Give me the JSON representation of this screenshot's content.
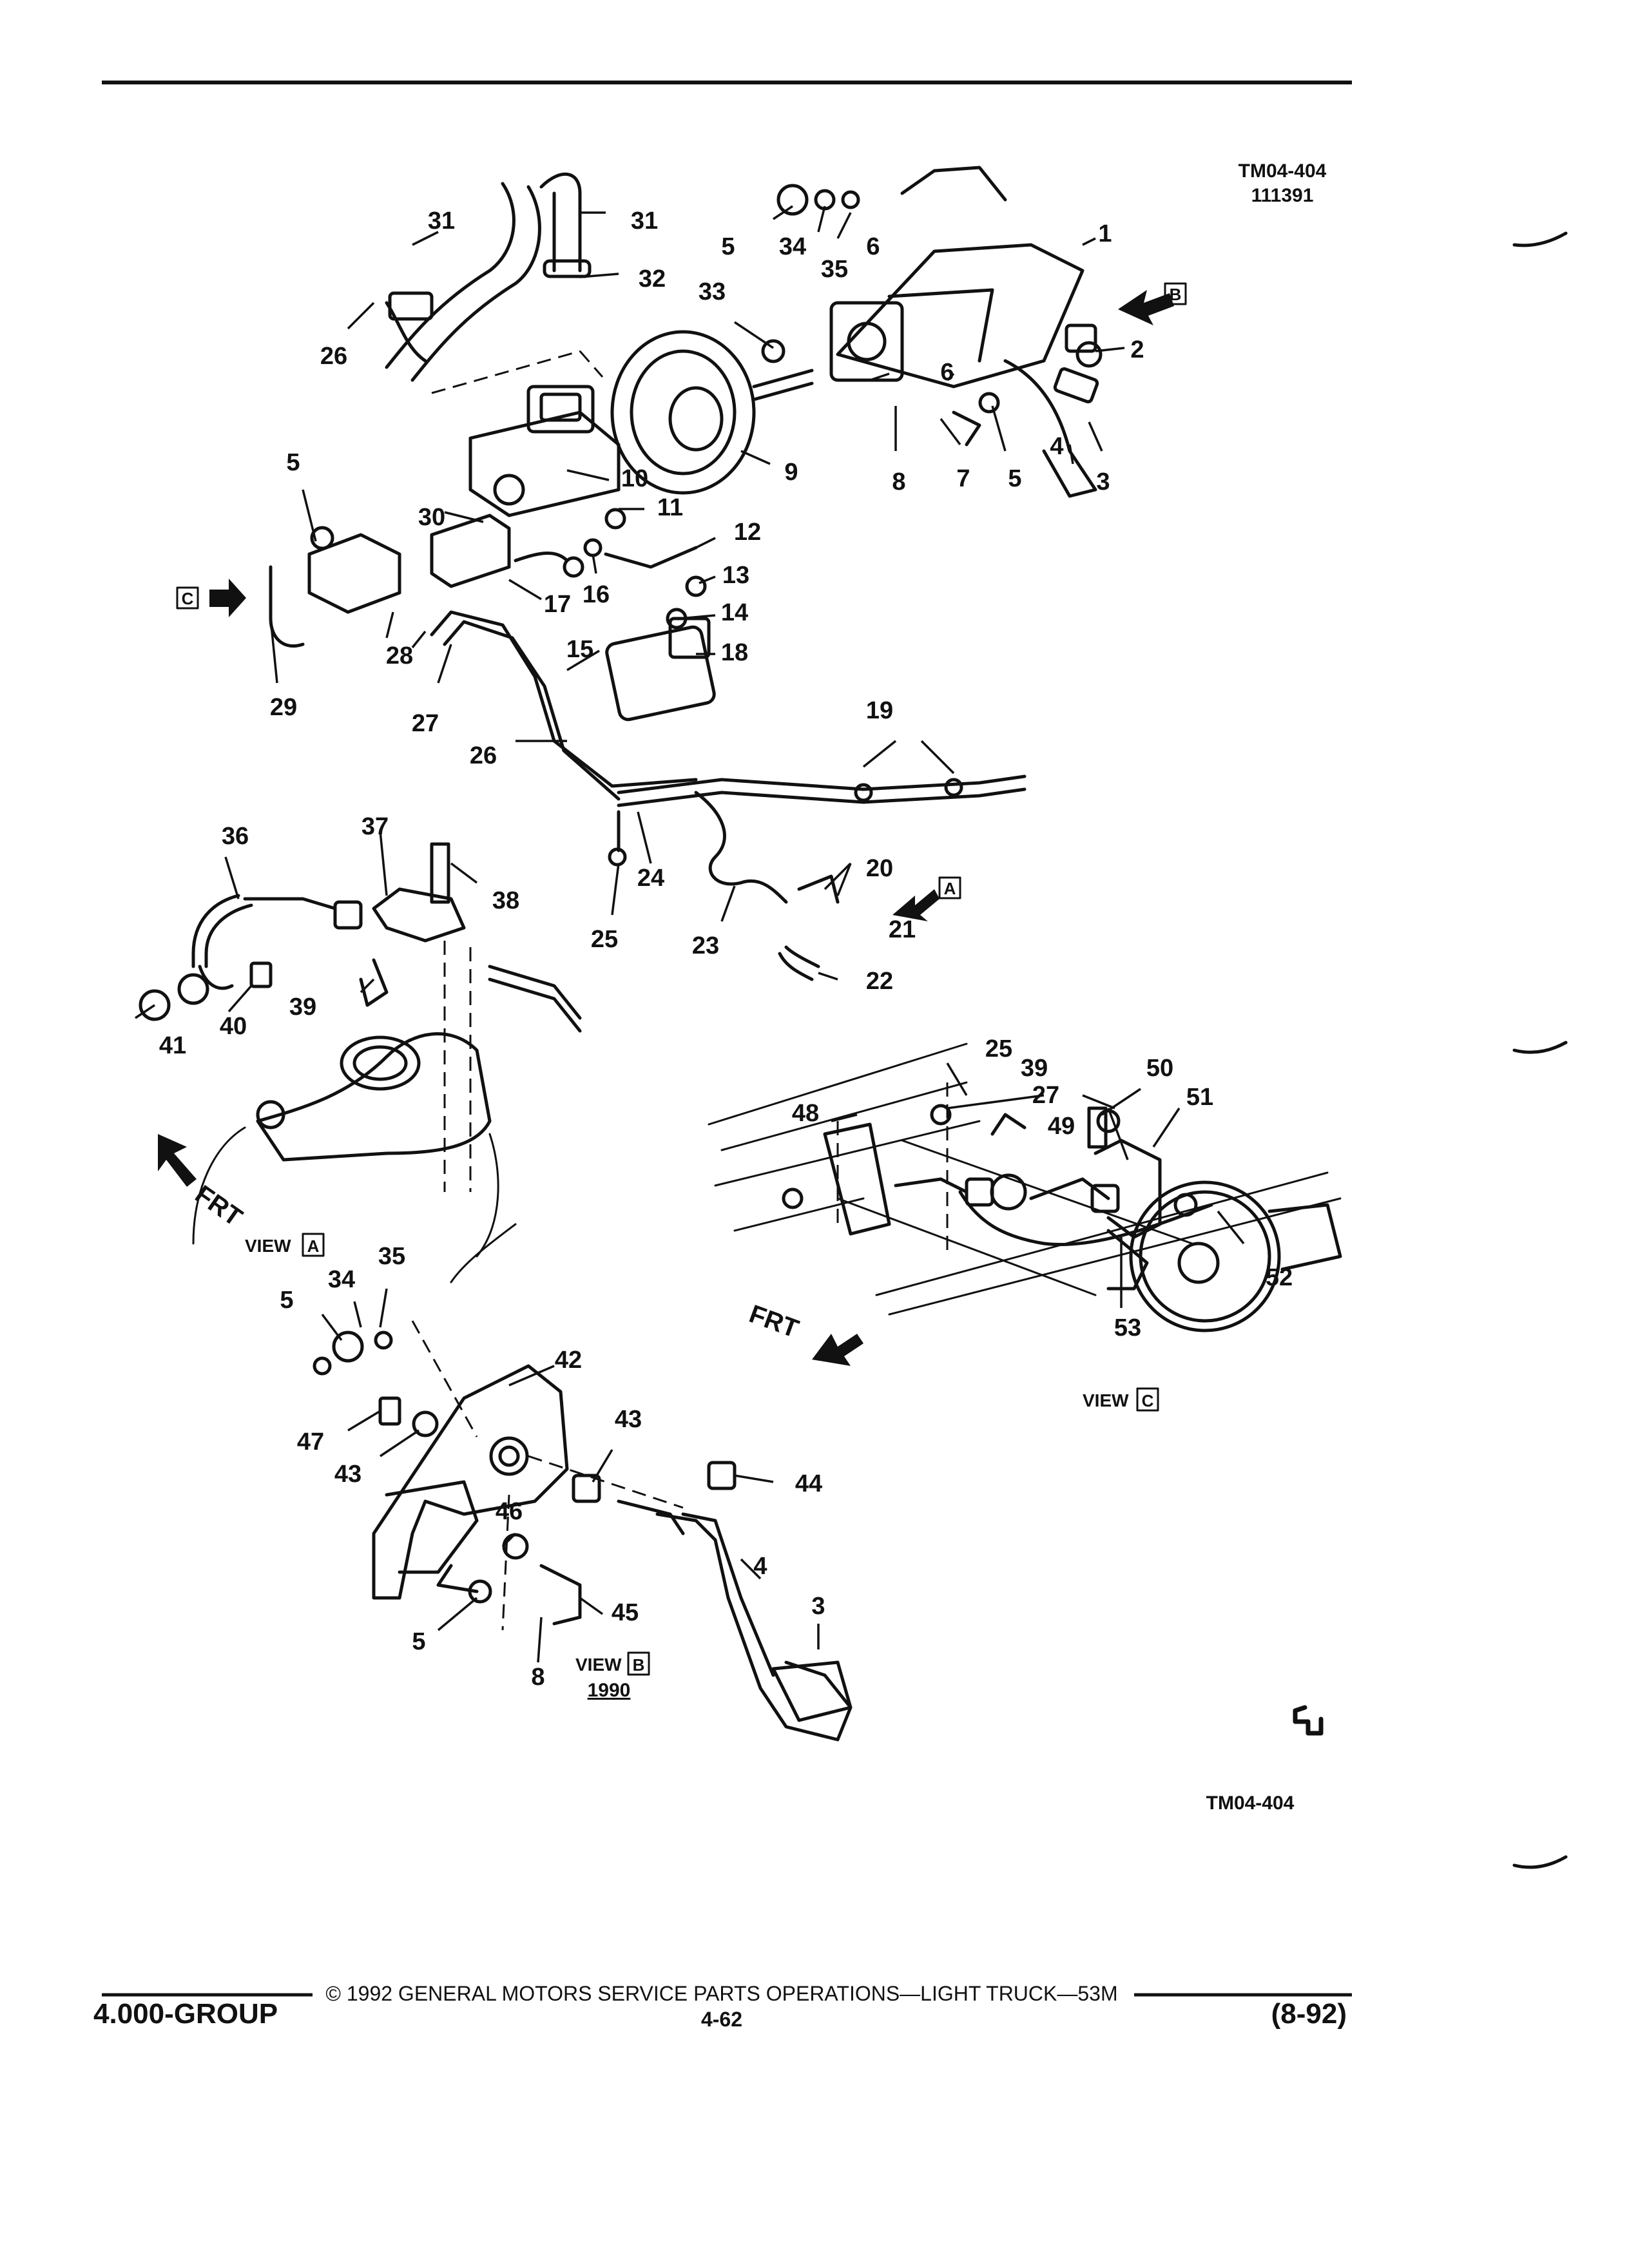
{
  "header": {
    "ref_code": "TM04-404",
    "ref_date": "111391",
    "bottom_ref": "TM04-404"
  },
  "views": {
    "view_a": "VIEW",
    "view_a_letter": "A",
    "view_b": "VIEW",
    "view_b_letter": "B",
    "view_b_year": "1990",
    "view_c": "VIEW",
    "view_c_letter": "C",
    "frt": "FRT",
    "arrow_a": "A",
    "arrow_b": "B",
    "arrow_c": "C"
  },
  "callouts": {
    "c1": "1",
    "c2": "2",
    "c3": "3",
    "c3b": "3",
    "c4": "4",
    "c4b": "4",
    "c5a": "5",
    "c5b": "5",
    "c5c": "5",
    "c5d": "5",
    "c5e": "5",
    "c6a": "6",
    "c6b": "6",
    "c7": "7",
    "c8a": "8",
    "c8b": "8",
    "c9": "9",
    "c10": "10",
    "c11": "11",
    "c12": "12",
    "c13": "13",
    "c14": "14",
    "c15": "15",
    "c16": "16",
    "c17": "17",
    "c18": "18",
    "c19": "19",
    "c20": "20",
    "c21": "21",
    "c22": "22",
    "c23": "23",
    "c24": "24",
    "c25a": "25",
    "c25b": "25",
    "c26a": "26",
    "c26b": "26",
    "c27a": "27",
    "c27b": "27",
    "c28": "28",
    "c29": "29",
    "c30": "30",
    "c31a": "31",
    "c31b": "31",
    "c32": "32",
    "c33": "33",
    "c34a": "34",
    "c34b": "34",
    "c35a": "35",
    "c35b": "35",
    "c36": "36",
    "c37": "37",
    "c38": "38",
    "c39a": "39",
    "c39b": "39",
    "c40": "40",
    "c41": "41",
    "c42": "42",
    "c43a": "43",
    "c43b": "43",
    "c44": "44",
    "c45": "45",
    "c46": "46",
    "c47": "47",
    "c48": "48",
    "c49": "49",
    "c50": "50",
    "c51": "51",
    "c52": "52",
    "c53": "53"
  },
  "footer": {
    "group": "4.000-GROUP",
    "copyright": "© 1992 GENERAL MOTORS SERVICE PARTS OPERATIONS—LIGHT TRUCK—53M",
    "page": "4-62",
    "date": "(8-92)"
  }
}
